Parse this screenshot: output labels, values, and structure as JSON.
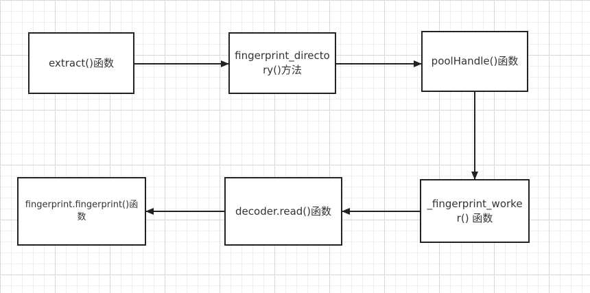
{
  "diagram": {
    "nodes": [
      {
        "id": "extract",
        "label": "extract()函数"
      },
      {
        "id": "fingerprint_directory",
        "label": "fingerprint_directory()方法"
      },
      {
        "id": "poolHandle",
        "label": "poolHandle()函数"
      },
      {
        "id": "fingerprint_worker",
        "label": "_fingerprint_worker() 函数"
      },
      {
        "id": "decoder_read",
        "label": "decoder.read()函数"
      },
      {
        "id": "fingerprint_fingerprint",
        "label": "fingerprint.fingerprint()函数"
      }
    ],
    "edges": [
      {
        "from": "extract",
        "to": "fingerprint_directory"
      },
      {
        "from": "fingerprint_directory",
        "to": "poolHandle"
      },
      {
        "from": "poolHandle",
        "to": "fingerprint_worker"
      },
      {
        "from": "fingerprint_worker",
        "to": "decoder_read"
      },
      {
        "from": "decoder_read",
        "to": "fingerprint_fingerprint"
      }
    ],
    "colors": {
      "stroke": "#222222",
      "text": "#333333",
      "background": "#ffffff",
      "grid": "#d8d8d8"
    }
  }
}
